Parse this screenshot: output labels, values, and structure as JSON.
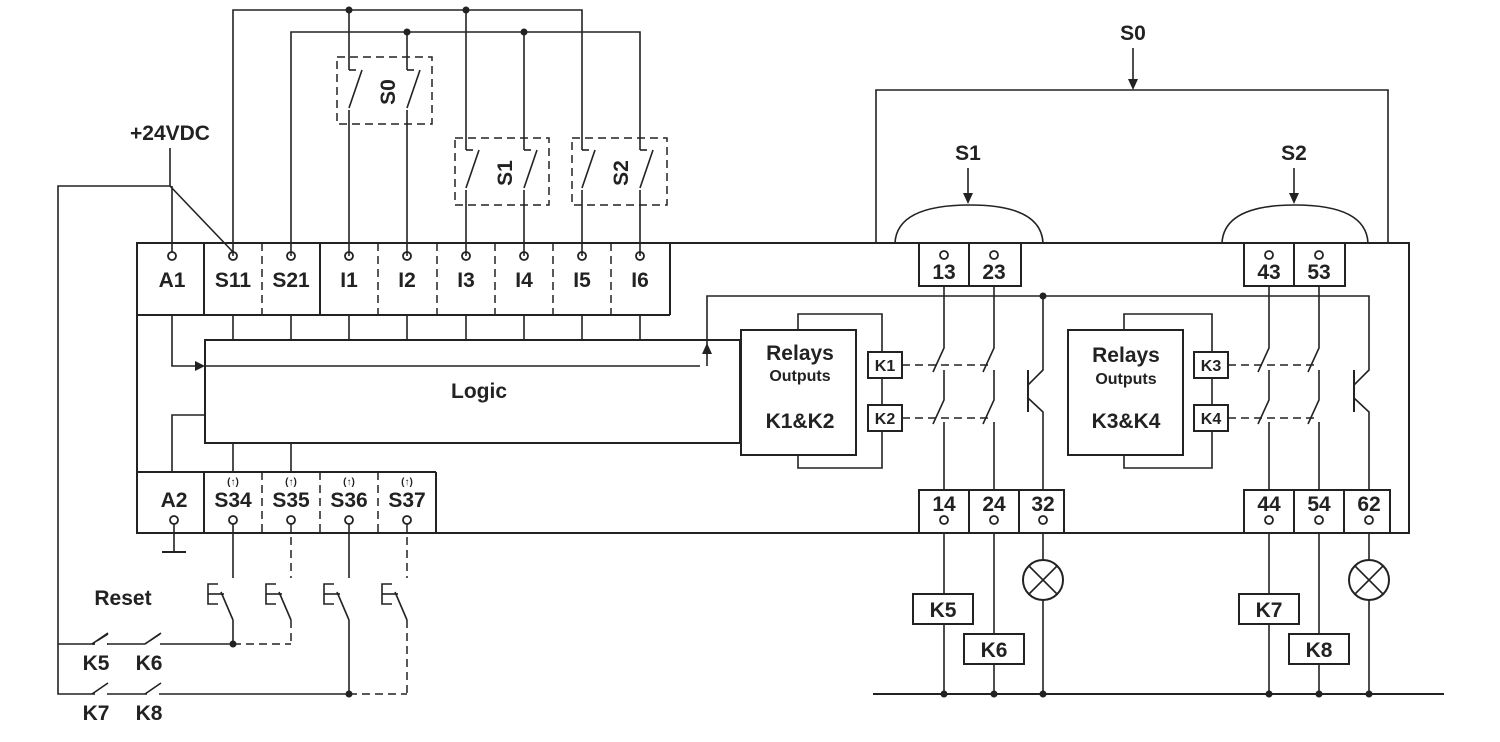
{
  "supply": "+24VDC",
  "top_terminals": [
    "A1",
    "S11",
    "S21",
    "I1",
    "I2",
    "I3",
    "I4",
    "I5",
    "I6"
  ],
  "bottom_terminals": [
    "A2",
    "S34",
    "S35",
    "S36",
    "S37"
  ],
  "bottom_marks": [
    "(↑)",
    "(↑)",
    "(↑)",
    "(↑)"
  ],
  "logic": "Logic",
  "switches": [
    "S0",
    "S1",
    "S2"
  ],
  "relay_block_1": {
    "line1": "Relays",
    "line2": "Outputs",
    "line3": "K1&K2",
    "coils": [
      "K1",
      "K2"
    ]
  },
  "relay_block_2": {
    "line1": "Relays",
    "line2": "Outputs",
    "line3": "K3&K4",
    "coils": [
      "K3",
      "K4"
    ]
  },
  "out_top_1": [
    "13",
    "23"
  ],
  "out_top_2": [
    "43",
    "53"
  ],
  "out_bot_1": [
    "14",
    "24",
    "32"
  ],
  "out_bot_2": [
    "44",
    "54",
    "62"
  ],
  "loads": [
    "K5",
    "K6",
    "K7",
    "K8"
  ],
  "reset": "Reset",
  "feedback": [
    "K5",
    "K6",
    "K7",
    "K8"
  ]
}
